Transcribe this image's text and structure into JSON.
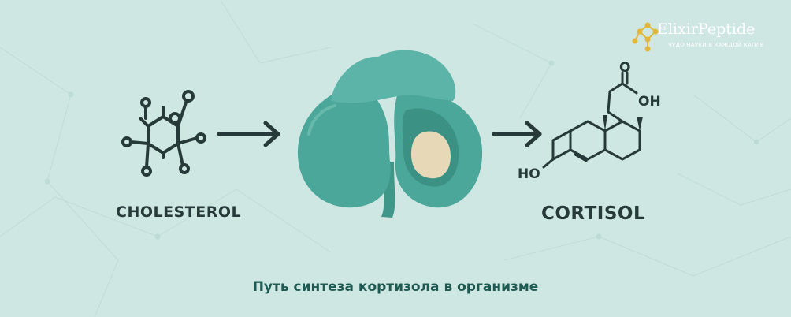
{
  "logo": {
    "name": "ElixirPeptide",
    "tagline": "ЧУДО НАУКИ В КАЖДОЙ КАПЛЕ"
  },
  "molecules": {
    "cholesterol_label": "CHOLESTEROL",
    "cortisol_label": "CORTISOL",
    "cortisol_groups": {
      "carboxyl_o": "O",
      "hydroxyl": "OH",
      "ketone": "HO"
    }
  },
  "caption": "Путь синтеза кортизола в организме",
  "colors": {
    "background": "#cfe7e2",
    "gland": "#4aa79a",
    "gland_top": "#5cb3a7",
    "inner_tissue": "#e7d8b8",
    "ink": "#263a3a",
    "caption": "#1f5a52",
    "logo_gold": "#e2b83b"
  },
  "icons": [
    "cholesterol-molecule-icon",
    "arrow-right-icon",
    "adrenal-gland-icon",
    "cortisol-molecule-icon",
    "molecule-logo-icon"
  ]
}
